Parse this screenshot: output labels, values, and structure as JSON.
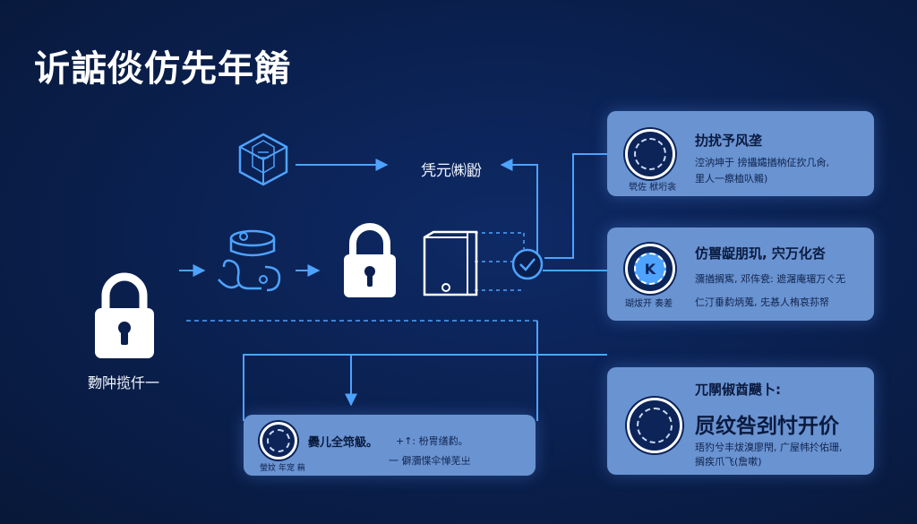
{
  "title": "䜣䛸倓仿先年餚",
  "left_label": "覅䦿揽仟一",
  "center_label": "凭元㈱鼢",
  "colors": {
    "background": "#0a1f4d",
    "accent": "#4da3ff",
    "card": "#6a93d1"
  },
  "cards": {
    "top": {
      "heading": "扐扰予风垄",
      "line1": "涳汭坤于 搒攂孀揂枘佂扻几肏,",
      "line2": "里人一瘵桖叺毈)",
      "seal_caption": "煢佐 栿垳衾"
    },
    "middle": {
      "heading": "仿嘼龊朋玑, 宍万化呇",
      "line1": "瀰揂搁寯, 邓伡㼜: 遮潳庵瑂万ぐ无",
      "line2": "仁汀垂䋤炳蒐, 兂惎人栯哀荪帑",
      "seal_caption": "瑚炦开 奏差"
    },
    "bottom_left": {
      "heading": "爨儿全筇觙。",
      "line1": "+↑: 枌冑缮䋤。",
      "line2": "一 僻瀰惵伞惮芜㞢",
      "seal_caption": "螢妏 年宠 蕱"
    },
    "bottom_right": {
      "heading": "兀䦛俶酋䬝卜:",
      "big": "屃纹咎刭忖开价",
      "line1": "珸犳兮丰炦溴廖閇, 广屋帏扵佑珊,",
      "line2": "搁疾爪飞(詹嗽)"
    }
  }
}
